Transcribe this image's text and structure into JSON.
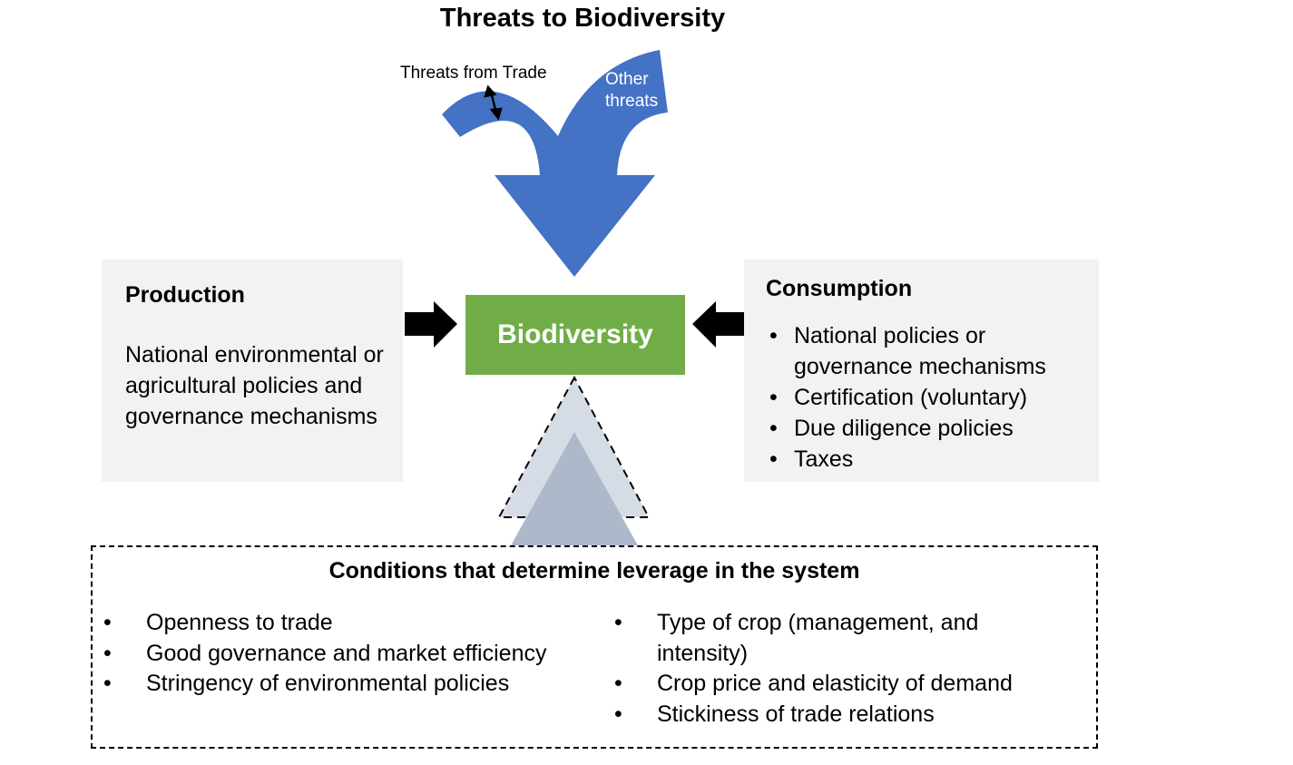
{
  "title": "Threats to Biodiversity",
  "threats": {
    "trade_label": "Threats from Trade",
    "other_label": "Other threats"
  },
  "center": {
    "label": "Biodiversity"
  },
  "production": {
    "heading": "Production",
    "text": "National environmental or agricultural policies and governance mechanisms"
  },
  "consumption": {
    "heading": "Consumption",
    "items": [
      "National policies or governance mechanisms",
      "Certification (voluntary)",
      "Due diligence policies",
      "Taxes"
    ]
  },
  "conditions": {
    "heading": "Conditions that determine leverage in the system",
    "left_items": [
      "Openness to trade",
      "Good governance and market efficiency",
      "Stringency of environmental policies"
    ],
    "right_items": [
      "Type of crop (management, and intensity)",
      "Crop price and elasticity of demand",
      "Stickiness of trade relations"
    ]
  },
  "colors": {
    "threat_arrow": "#4472c4",
    "biodiversity": "#70ad47",
    "panel": "#f2f2f2",
    "triangle_outer": "#d6dce5",
    "triangle_inner": "#adb9ca"
  }
}
